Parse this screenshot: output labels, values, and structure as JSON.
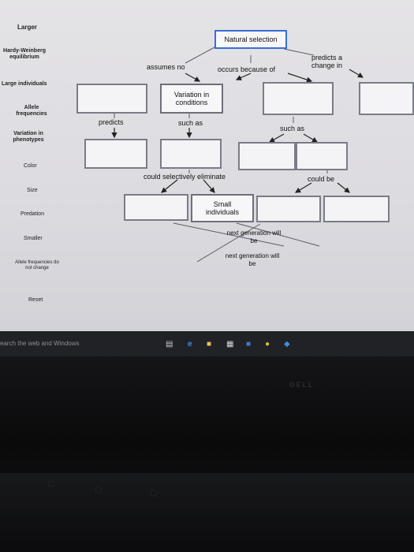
{
  "sidebar": {
    "title": "Larger",
    "items": [
      "Hardy-Weinberg equilibrium",
      "Large individuals",
      "Allele frequencies",
      "Variation in phenotypes",
      "Color",
      "Size",
      "Predation",
      "Smaller",
      "Allele frequencies do not change",
      "Reset"
    ]
  },
  "map": {
    "nodes": {
      "natural_selection": "Natural selection",
      "variation_conditions": "Variation in conditions",
      "small_individuals": "Small individuals"
    },
    "links": {
      "assumes_no": "assumes no",
      "occurs_because_of": "occurs because of",
      "predicts_change": "predicts a change in",
      "predicts": "predicts",
      "such_as_1": "such as",
      "such_as_2": "such as",
      "could_selectively_eliminate": "could selectively eliminate",
      "could_be": "could be",
      "next_gen_1": "next generation will be",
      "next_gen_2": "next generation will be"
    }
  },
  "taskbar": {
    "search_placeholder": "earch the web and Windows"
  },
  "device": {
    "brand": "DELL"
  },
  "colors": {
    "screen_bg": "#e2e1e5",
    "node_border": "#6d6f7a",
    "taskbar_bg": "#202226",
    "edge_blue": "#3b6fd6"
  }
}
